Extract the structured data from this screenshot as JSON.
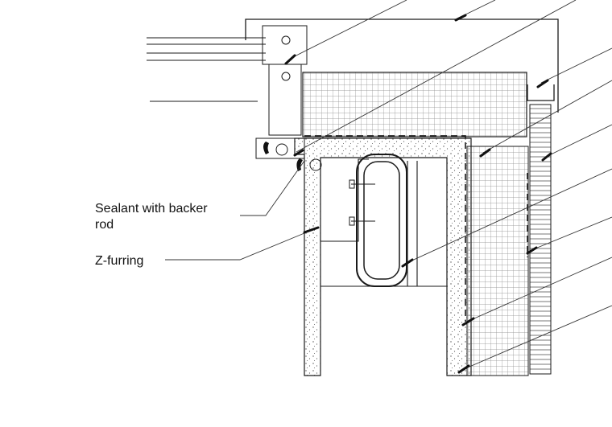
{
  "annotations": {
    "sealant_line1": "Sealant with backer",
    "sealant_line2": "rod",
    "z_furring": "Z-furring"
  },
  "colors": {
    "line": "#1a1a1a",
    "hatch": "#7a7a7a",
    "background": "#ffffff"
  }
}
